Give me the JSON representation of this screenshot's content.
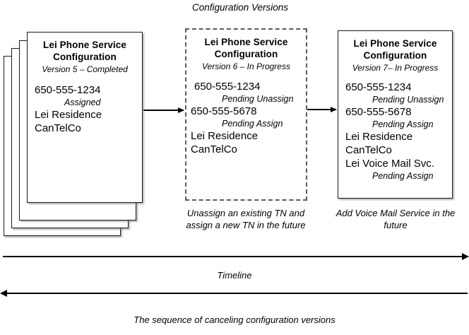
{
  "diagram": {
    "top_title": "Configuration Versions",
    "timeline_label": "Timeline",
    "sequence_label": "The sequence of canceling configuration versions"
  },
  "cards": {
    "version5": {
      "title": "Lei Phone Service Configuration",
      "title_line1": "Lei Phone Service",
      "title_line2": "Configuration",
      "version": "Version 5 – Completed",
      "lines": [
        {
          "text": "650-555-1234",
          "type": "main"
        },
        {
          "text": "Assigned",
          "type": "status"
        },
        {
          "text": "Lei Residence",
          "type": "main"
        },
        {
          "text": "CanTelCo",
          "type": "main"
        }
      ]
    },
    "version6": {
      "title": "Lei Phone Service Configuration",
      "title_line1": "Lei Phone Service",
      "title_line2": "Configuration",
      "version": "Version 6 – In Progress",
      "caption": "Unassign an existing TN and assign a new TN in the future",
      "lines": [
        {
          "text": "650-555-1234",
          "type": "main"
        },
        {
          "text": "Pending Unassign",
          "type": "status"
        },
        {
          "text": "650-555-5678",
          "type": "main"
        },
        {
          "text": "Pending Assign",
          "type": "status"
        },
        {
          "text": "Lei Residence",
          "type": "main"
        },
        {
          "text": "CanTelCo",
          "type": "main"
        }
      ]
    },
    "version7": {
      "title": "Lei Phone Service Configuration",
      "title_line1": "Lei Phone Service",
      "title_line2": "Configuration",
      "version": "Version 7– In Progress",
      "caption": "Add Voice Mail Service in the future",
      "lines": [
        {
          "text": "650-555-1234",
          "type": "main"
        },
        {
          "text": "Pending Unassign",
          "type": "status"
        },
        {
          "text": "650-555-5678",
          "type": "main"
        },
        {
          "text": "Pending Assign",
          "type": "status"
        },
        {
          "text": "Lei Residence",
          "type": "main"
        },
        {
          "text": "CanTelCo",
          "type": "main"
        },
        {
          "text": "Lei Voice Mail Svc.",
          "type": "main"
        },
        {
          "text": "Pending Assign",
          "type": "status"
        }
      ]
    }
  },
  "colors": {
    "stroke": "#1a1a1a",
    "dashed_stroke": "#5a5a5a",
    "background": "#ffffff",
    "text": "#000000"
  }
}
